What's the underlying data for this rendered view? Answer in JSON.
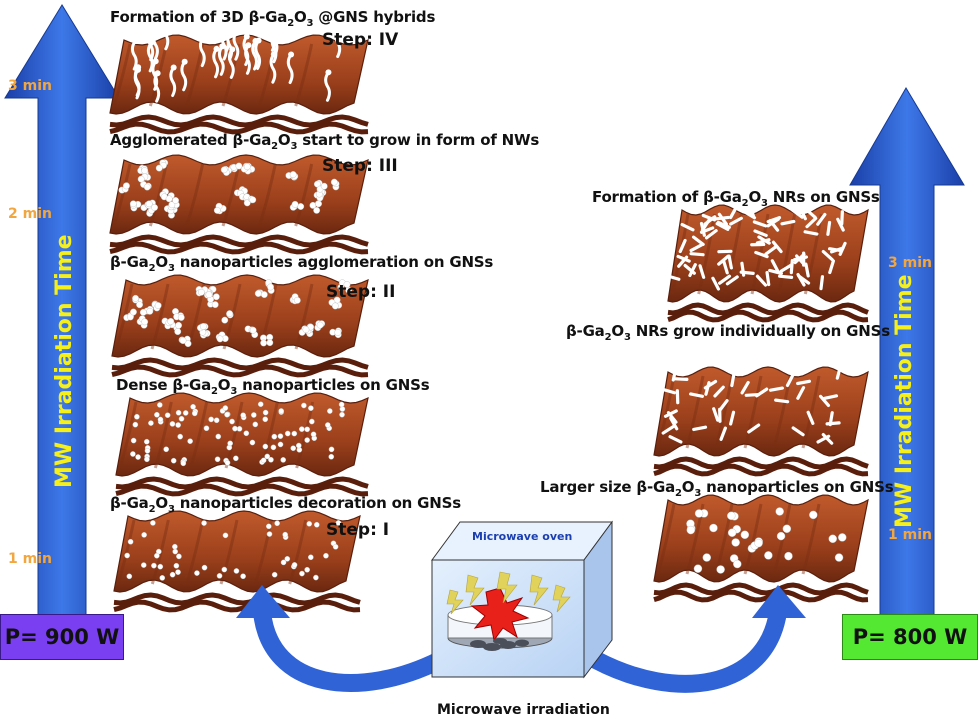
{
  "left_axis": {
    "title": "MW Irradiation Time",
    "ticks": [
      "3 min",
      "2 min",
      "1 min"
    ],
    "power": "P= 900 W",
    "power_color": "#7b3ff2",
    "arrow_color": "#2f63d6"
  },
  "right_axis": {
    "title": "MW Irradiation Time",
    "ticks": [
      "3 min",
      "1 min"
    ],
    "power": "P= 800 W",
    "power_color": "#55e833",
    "arrow_color": "#2f63d6"
  },
  "left_steps": [
    {
      "caption_pre": "Formation of 3D β-Ga",
      "caption_post": " @GNS hybrids",
      "step": "Step: IV"
    },
    {
      "caption_pre": "Agglomerated β-Ga",
      "caption_post": "  start to grow in form of NWs",
      "step": "Step: III"
    },
    {
      "caption_pre": "β-Ga",
      "caption_post": " nanoparticles agglomeration on GNSs",
      "step": "Step: II"
    },
    {
      "caption_pre": "Dense β-Ga",
      "caption_post": " nanoparticles on GNSs",
      "step": ""
    },
    {
      "caption_pre": "β-Ga",
      "caption_post": " nanoparticles decoration on GNSs",
      "step": "Step: I"
    }
  ],
  "right_steps": [
    {
      "caption_pre": "Formation of β-Ga",
      "caption_post": " NRs on GNSs"
    },
    {
      "caption_pre": "β-Ga",
      "caption_post": " NRs grow individually on GNSs"
    },
    {
      "caption_pre": "Larger size β-Ga",
      "caption_post": " nanoparticles on GNSs"
    }
  ],
  "formula_sub": {
    "ga": "2",
    "o": "3"
  },
  "oven": {
    "label": "Microwave oven",
    "caption": "Microwave irradiation"
  },
  "colors": {
    "sheet": "#a8461f",
    "sheet_dark": "#5a1f0c",
    "particle": "#ffffff",
    "oven_face": "#cfe3fa"
  }
}
